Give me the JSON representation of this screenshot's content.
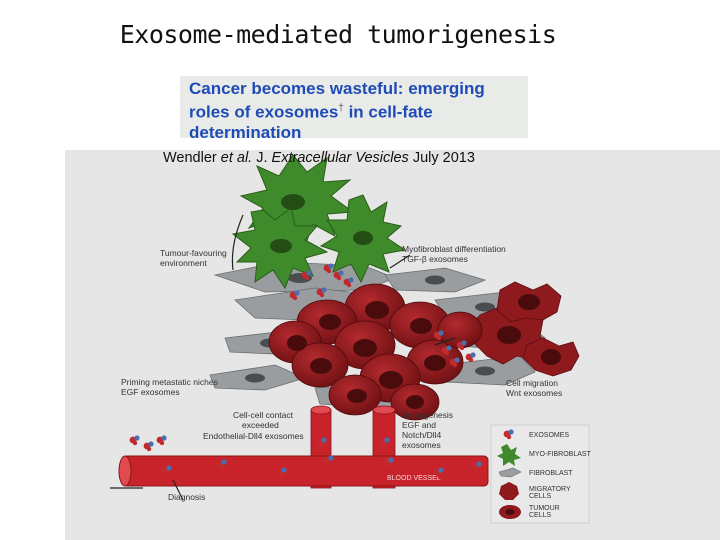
{
  "slide": {
    "title": "Exosome-mediated tumorigenesis"
  },
  "paper": {
    "title_line1": "Cancer becomes wasteful: emerging",
    "title_line2_pre": "roles of exosomes",
    "title_dagger": "†",
    "title_line2_post": " in cell-fate",
    "title_line3": "determination",
    "citation_authors": "Wendler ",
    "citation_etal": "et al.",
    "citation_journal_pre": " J. ",
    "citation_journal": "Extracellular Vesicles",
    "citation_date": " July 2013"
  },
  "diagram": {
    "labels": {
      "tumour_env_1": "Tumour-favouring",
      "tumour_env_2": "environment",
      "myo_diff_1": "Myofibroblast differentiation",
      "myo_diff_2": "TGF-β exosomes",
      "priming_1": "Priming metastatic niches",
      "priming_2": "EGF exosomes",
      "cell_migration_1": "Cell migration",
      "cell_migration_2": "Wnt exosomes",
      "contact_1": "Cell-cell contact",
      "contact_2": "exceeded",
      "contact_3": "Endothelial-Dll4 exosomes",
      "angio_1": "Angiogenesis",
      "angio_2": "EGF and",
      "angio_3": "Notch/Dll4",
      "angio_4": "exosomes",
      "diagnosis": "Diagnosis",
      "blood_vessel": "BLOOD VESSEL"
    },
    "legend": [
      {
        "label": "EXOSOMES",
        "icon": "exosome-icon"
      },
      {
        "label": "MYO-FIBROBLAST",
        "icon": "myofibroblast-icon"
      },
      {
        "label": "FIBROBLAST",
        "icon": "fibroblast-icon"
      },
      {
        "label_1": "MIGRATORY",
        "label_2": "CELLS",
        "icon": "migratory-cell-icon"
      },
      {
        "label_1": "TUMOUR",
        "label_2": "CELLS",
        "icon": "tumour-cell-icon"
      }
    ],
    "colors": {
      "tumour": "#8e1a1e",
      "tumour_nucleus": "#4a0b0d",
      "myofibroblast": "#3f8a2a",
      "fibroblast": "#9a9da0",
      "vessel": "#c8232b",
      "exosome_red": "#c22a2e",
      "exosome_blue": "#4a6fb0"
    }
  }
}
